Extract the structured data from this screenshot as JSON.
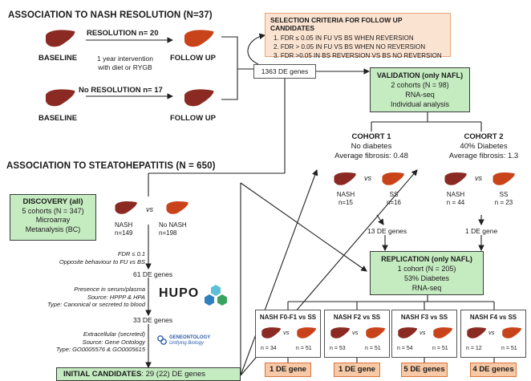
{
  "colors": {
    "liver_nash": "#8b2a22",
    "liver_healthy": "#c8431a",
    "green_fill": "#c5ecc1",
    "peach_fill": "#fbe3d1",
    "orange_fill": "#f7c9a6",
    "hupo_hex_1": "#2f7fc1",
    "hupo_hex_2": "#5dc0d6",
    "hupo_hex_3": "#3aa35f"
  },
  "icons": [
    "liver-icon",
    "hupo-logo",
    "gene-ontology-logo",
    "arrow-icon"
  ],
  "nash_resolution": {
    "title": "ASSOCIATION TO NASH RESOLUTION (N=37)",
    "resolution_label": "RESOLUTION  n= 20",
    "no_resolution_label": "No RESOLUTION  n= 17",
    "baseline": "BASELINE",
    "follow_up": "FOLLOW UP",
    "intervention_line1": "1 year intervention",
    "intervention_line2": "with diet or RYGB",
    "de_genes": "1363 DE genes"
  },
  "selection": {
    "title": "SELECTION CRITERIA FOR FOLLOW UP  CANDIDATES",
    "items": [
      "1.   FDR ≤ 0.05 IN FU VS BS WHEN REVERSION",
      "2.   FDR > 0.05 IN FU VS BS WHEN NO REVERSION",
      "3.   FDR >0.05 IN BS REVERSION VS BS NO REVERSION"
    ]
  },
  "validation": {
    "title": "VALIDATION (only NAFL)",
    "line1": "2 cohorts (N = 98)",
    "line2": "RNA-seq",
    "line3": "Individual analysis"
  },
  "cohort1": {
    "title": "COHORT 1",
    "line1": "No diabetes",
    "line2": "Average fibrosis: 0.48",
    "nash": "NASH",
    "nash_n": "n=15",
    "ss": "SS",
    "ss_n": "n=16",
    "vs": "vs",
    "de": "13 DE genes"
  },
  "cohort2": {
    "title": "COHORT 2",
    "line1": "40% Diabetes",
    "line2": "Average fibrosis: 1.3",
    "nash": "NASH",
    "nash_n": "n = 44",
    "ss": "SS",
    "ss_n": "n = 23",
    "vs": "vs",
    "de": "1 DE gene"
  },
  "steato": {
    "title": "ASSOCIATION TO STEATOHEPATITIS (N = 650)"
  },
  "discovery": {
    "title": "DISCOVERY (all)",
    "line1": "5 cohorts (N = 347)",
    "line2": "Microarray",
    "line3": "Metanalysis (BC)",
    "nash": "NASH",
    "nash_n": "n=149",
    "no_nash": "No NASH",
    "no_nash_n": "n=198",
    "vs": "vs"
  },
  "filter1": {
    "line1": "FDR ≤ 0.1",
    "line2": "Opposite behaviour to FU vs BS",
    "result": "61 DE genes"
  },
  "filter2": {
    "line1": "Presence in serum/plasma",
    "line2": "Source: HPPP & HPA",
    "line3": "Type: Canonical or secreted to blood",
    "logo": "HUPO",
    "result": "33 DE genes"
  },
  "filter3": {
    "line1": "Extracellular (secreted)",
    "line2": "Source: Gene Ontology",
    "line3": "Type: GO0005576 & GO0005615",
    "logo_main": "GENEONTOLOGY",
    "logo_sub": "Unifying Biology"
  },
  "initial": {
    "label": "INITIAL CANDIDATES",
    "value": ": 29 (22) DE genes"
  },
  "replication": {
    "title": "REPLICATION (only NAFL)",
    "line1": "1 cohort (N = 205)",
    "line2": "53% Diabetes",
    "line3": "RNA-seq"
  },
  "subgroups": [
    {
      "title": "NASH F0-F1 vs SS",
      "n1": "n = 34",
      "n2": "n = 51",
      "result": "1 DE gene"
    },
    {
      "title": "NASH F2  vs SS",
      "n1": "n = 53",
      "n2": "n = 51",
      "result": "1 DE gene"
    },
    {
      "title": "NASH F3 vs SS",
      "n1": "n = 54",
      "n2": "n = 51",
      "result": "5 DE genes"
    },
    {
      "title": "NASH F4 vs SS",
      "n1": "n = 12",
      "n2": "n = 51",
      "result": "4 DE genes"
    }
  ]
}
